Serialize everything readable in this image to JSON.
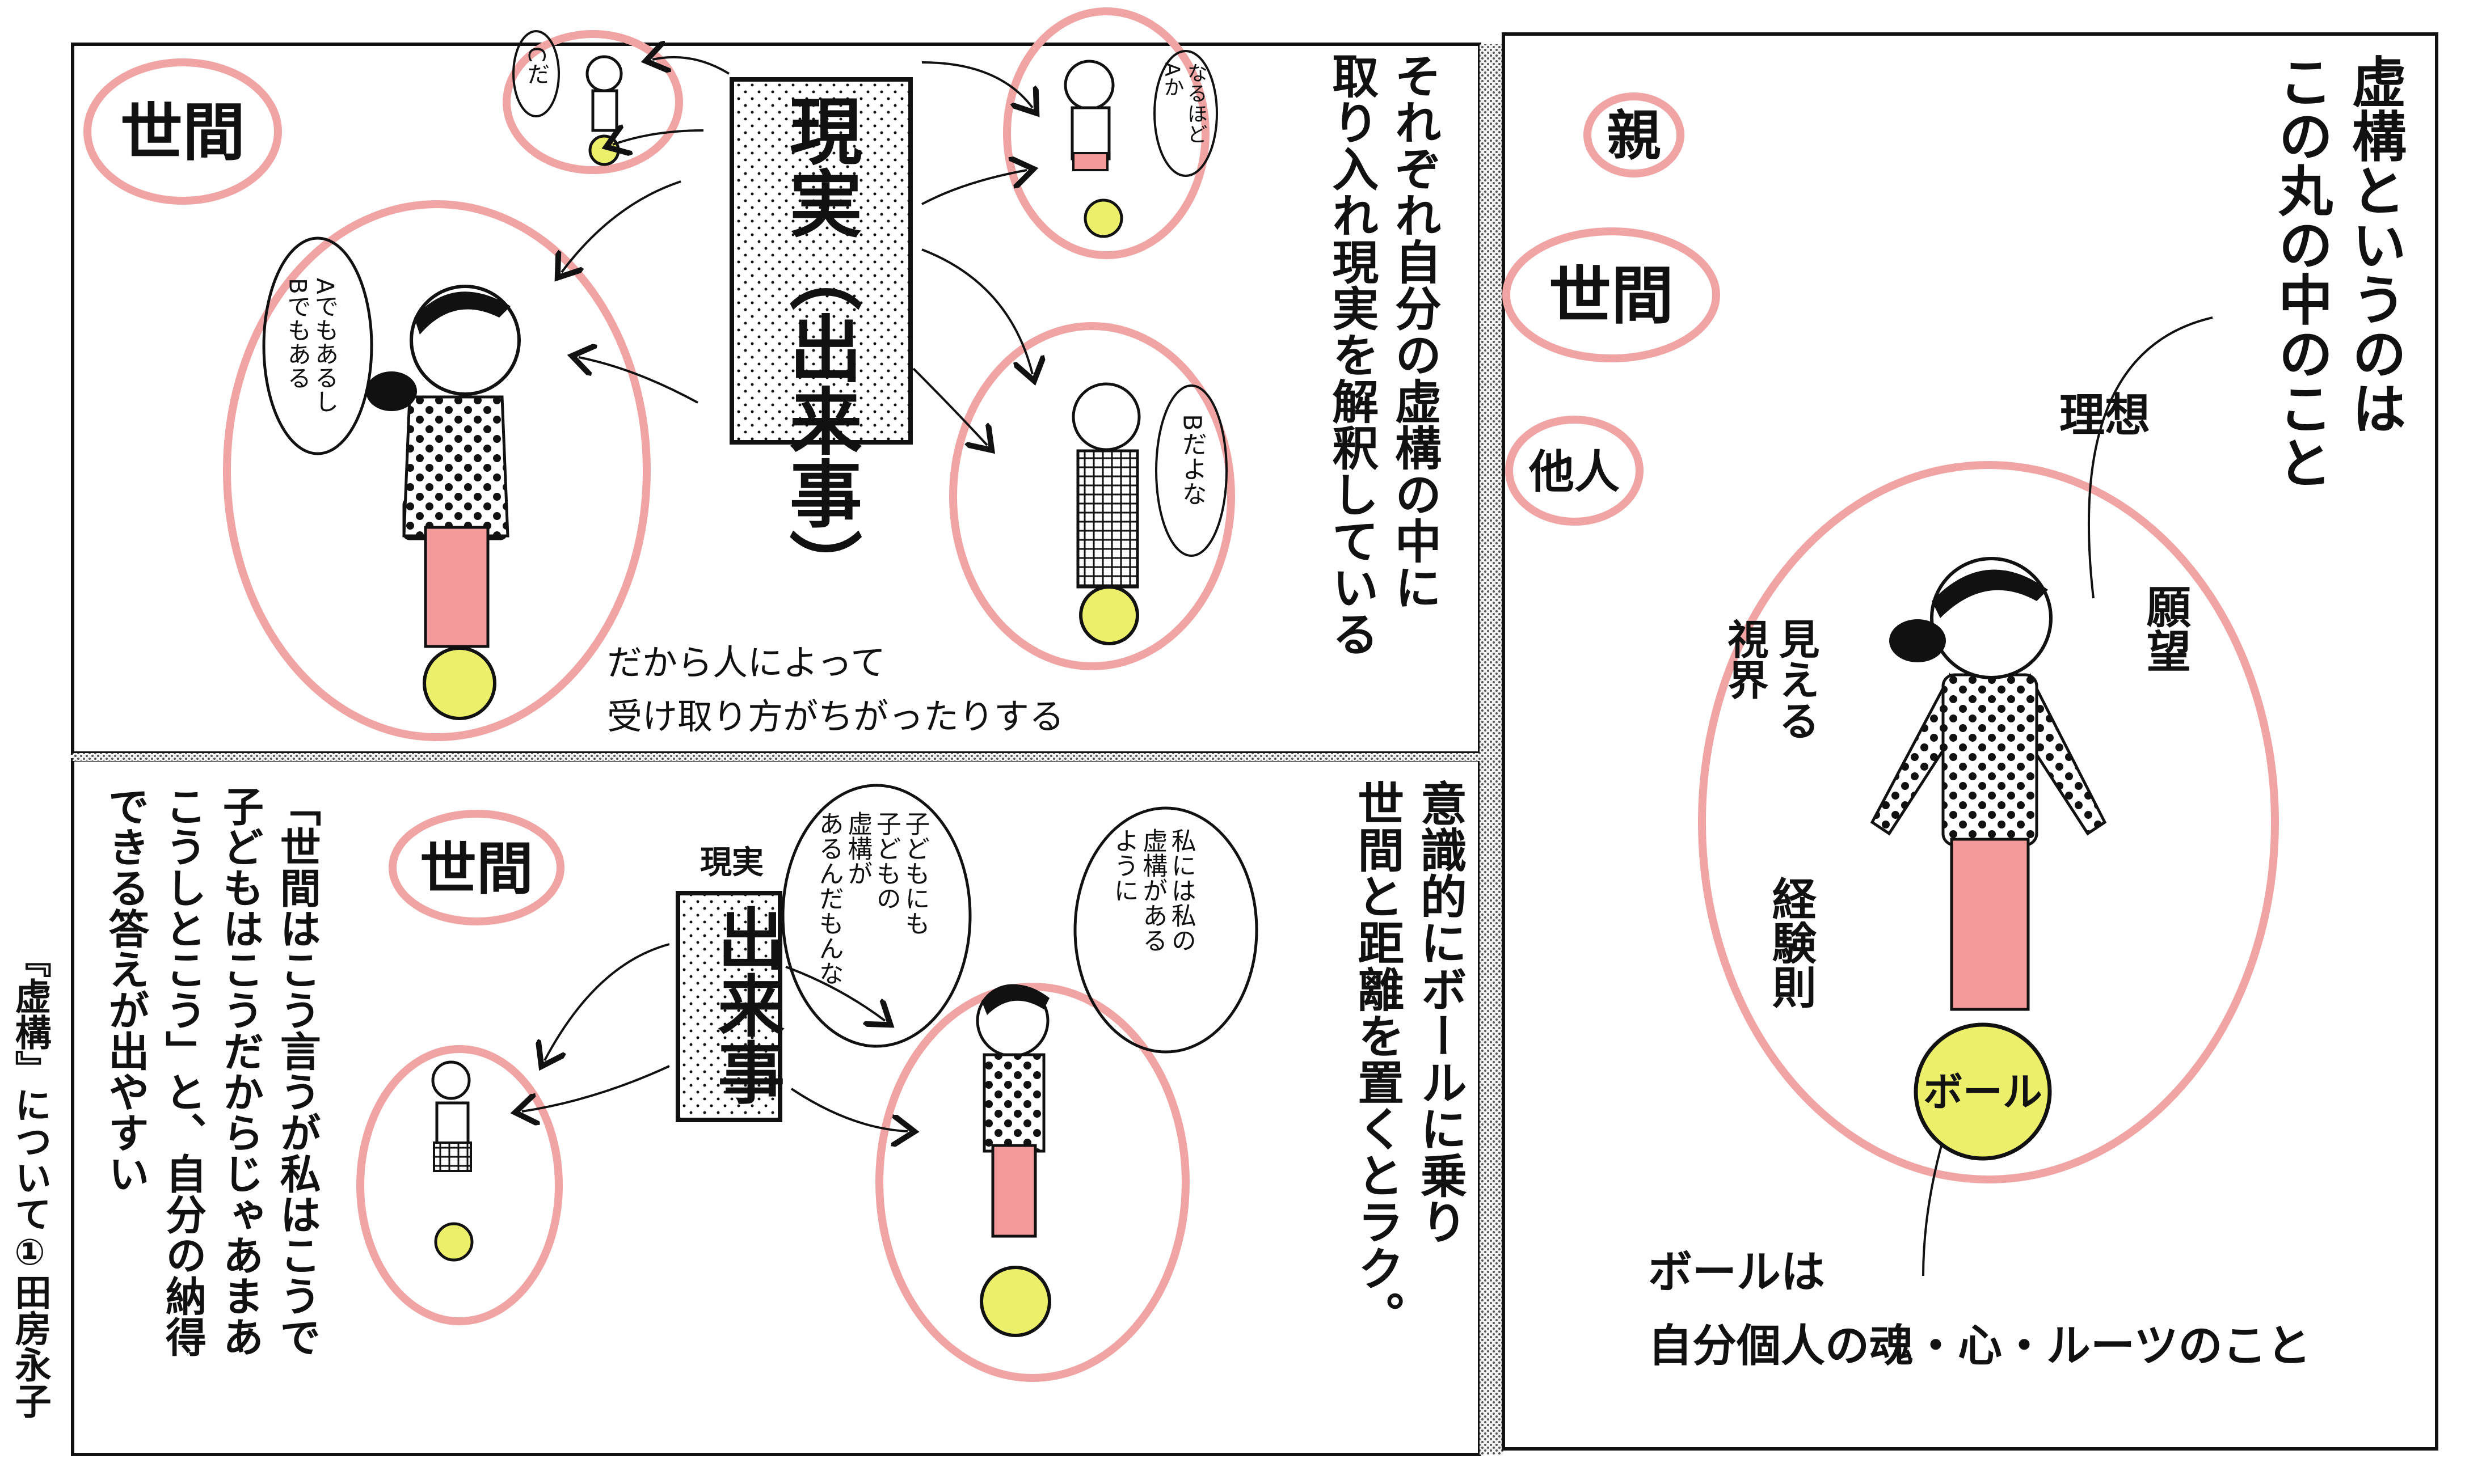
{
  "colors": {
    "ring": "#f0a4a4",
    "ball": "#ecef6a",
    "pants": "#f49a9a",
    "ink": "#111111",
    "screen": "#dddddd"
  },
  "panel1": {
    "seken": "世間",
    "genjitsu_box": "現実（出来事）",
    "caption_vertical": "それぞれ自分の虚構の中に\n取り入れ現実を解釈している",
    "caption_bottom_1": "だから人によって",
    "caption_bottom_2": "受け取り方がちがったりする",
    "bubble_girl": "Aでもあるし\nBでもある",
    "bubble_c": "Cだ",
    "bubble_woman": "なるほど\nAか",
    "bubble_man": "Bだよな"
  },
  "panel2": {
    "seken": "世間",
    "genjitsu_label": "現実",
    "dekigoto_box": "出来事",
    "caption_right": "意識的にボールに乗り\n世間と距離を置くとラク。",
    "caption_left": "「世間はこう言うが私はこうで\n子どもはこうだからじゃあまあ\nこうしとこう」と、自分の納得\nできる答えが出やすい",
    "bubble_left": "子どもにも\n子どもの\n虚構が\nあるんだもんな",
    "bubble_right": "私には私の\n虚構がある\nように"
  },
  "panel3": {
    "title": "虚構というのは\nこの丸の中のこと",
    "oya": "親",
    "seken": "世間",
    "tanin": "他人",
    "riso": "理想",
    "ganbou": "願望",
    "shikai": "見える\n視界",
    "keiken": "経験則",
    "ball": "ボール",
    "ball_caption_1": "ボールは",
    "ball_caption_2": "自分個人の魂・心・ルーツのこと"
  },
  "credit": "『虚構』について①田房永子"
}
